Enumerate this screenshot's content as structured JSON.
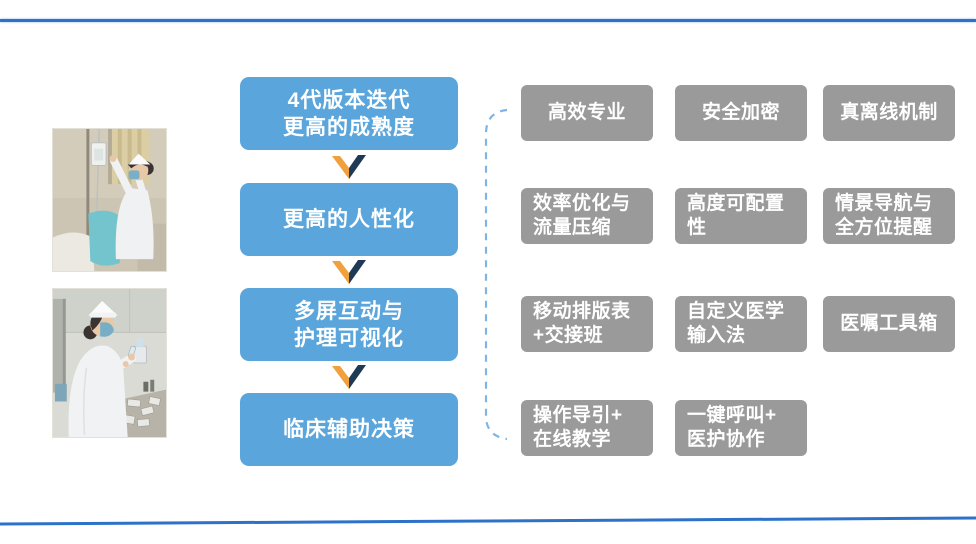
{
  "colors": {
    "accent-line": "#2d72c8",
    "flow-box": "#5aa6dc",
    "feature-box": "#9a9a9a",
    "arrow-orange": "#f0a13e",
    "arrow-navy": "#1f3a55",
    "bracket-blue": "#7fb5e6",
    "text-on-box": "#ffffff"
  },
  "photos": [
    {
      "alt": "护士调整输液袋照片"
    },
    {
      "alt": "护士配药操作照片"
    }
  ],
  "flow": {
    "boxes": [
      {
        "line1": "4代版本迭代",
        "line2": "更高的成熟度"
      },
      {
        "line1": "更高的人性化"
      },
      {
        "line1": "多屏互动与",
        "line2": "护理可视化"
      },
      {
        "line1": "临床辅助决策"
      }
    ]
  },
  "features": {
    "rows": [
      [
        {
          "line1": "高效专业"
        },
        {
          "line1": "安全加密"
        },
        {
          "line1": "真离线机制"
        }
      ],
      [
        {
          "line1": "效率优化与",
          "line2": "流量压缩"
        },
        {
          "line1": "高度可配置",
          "line2": "性"
        },
        {
          "line1": "情景导航与",
          "line2": "全方位提醒"
        }
      ],
      [
        {
          "line1": "移动排版表",
          "line2": "+交接班"
        },
        {
          "line1": "自定义医学",
          "line2": "输入法"
        },
        {
          "line1": "医嘱工具箱"
        }
      ],
      [
        {
          "line1": "操作导引+",
          "line2": "在线教学"
        },
        {
          "line1": "一键呼叫+",
          "line2": "医护协作"
        }
      ]
    ]
  }
}
